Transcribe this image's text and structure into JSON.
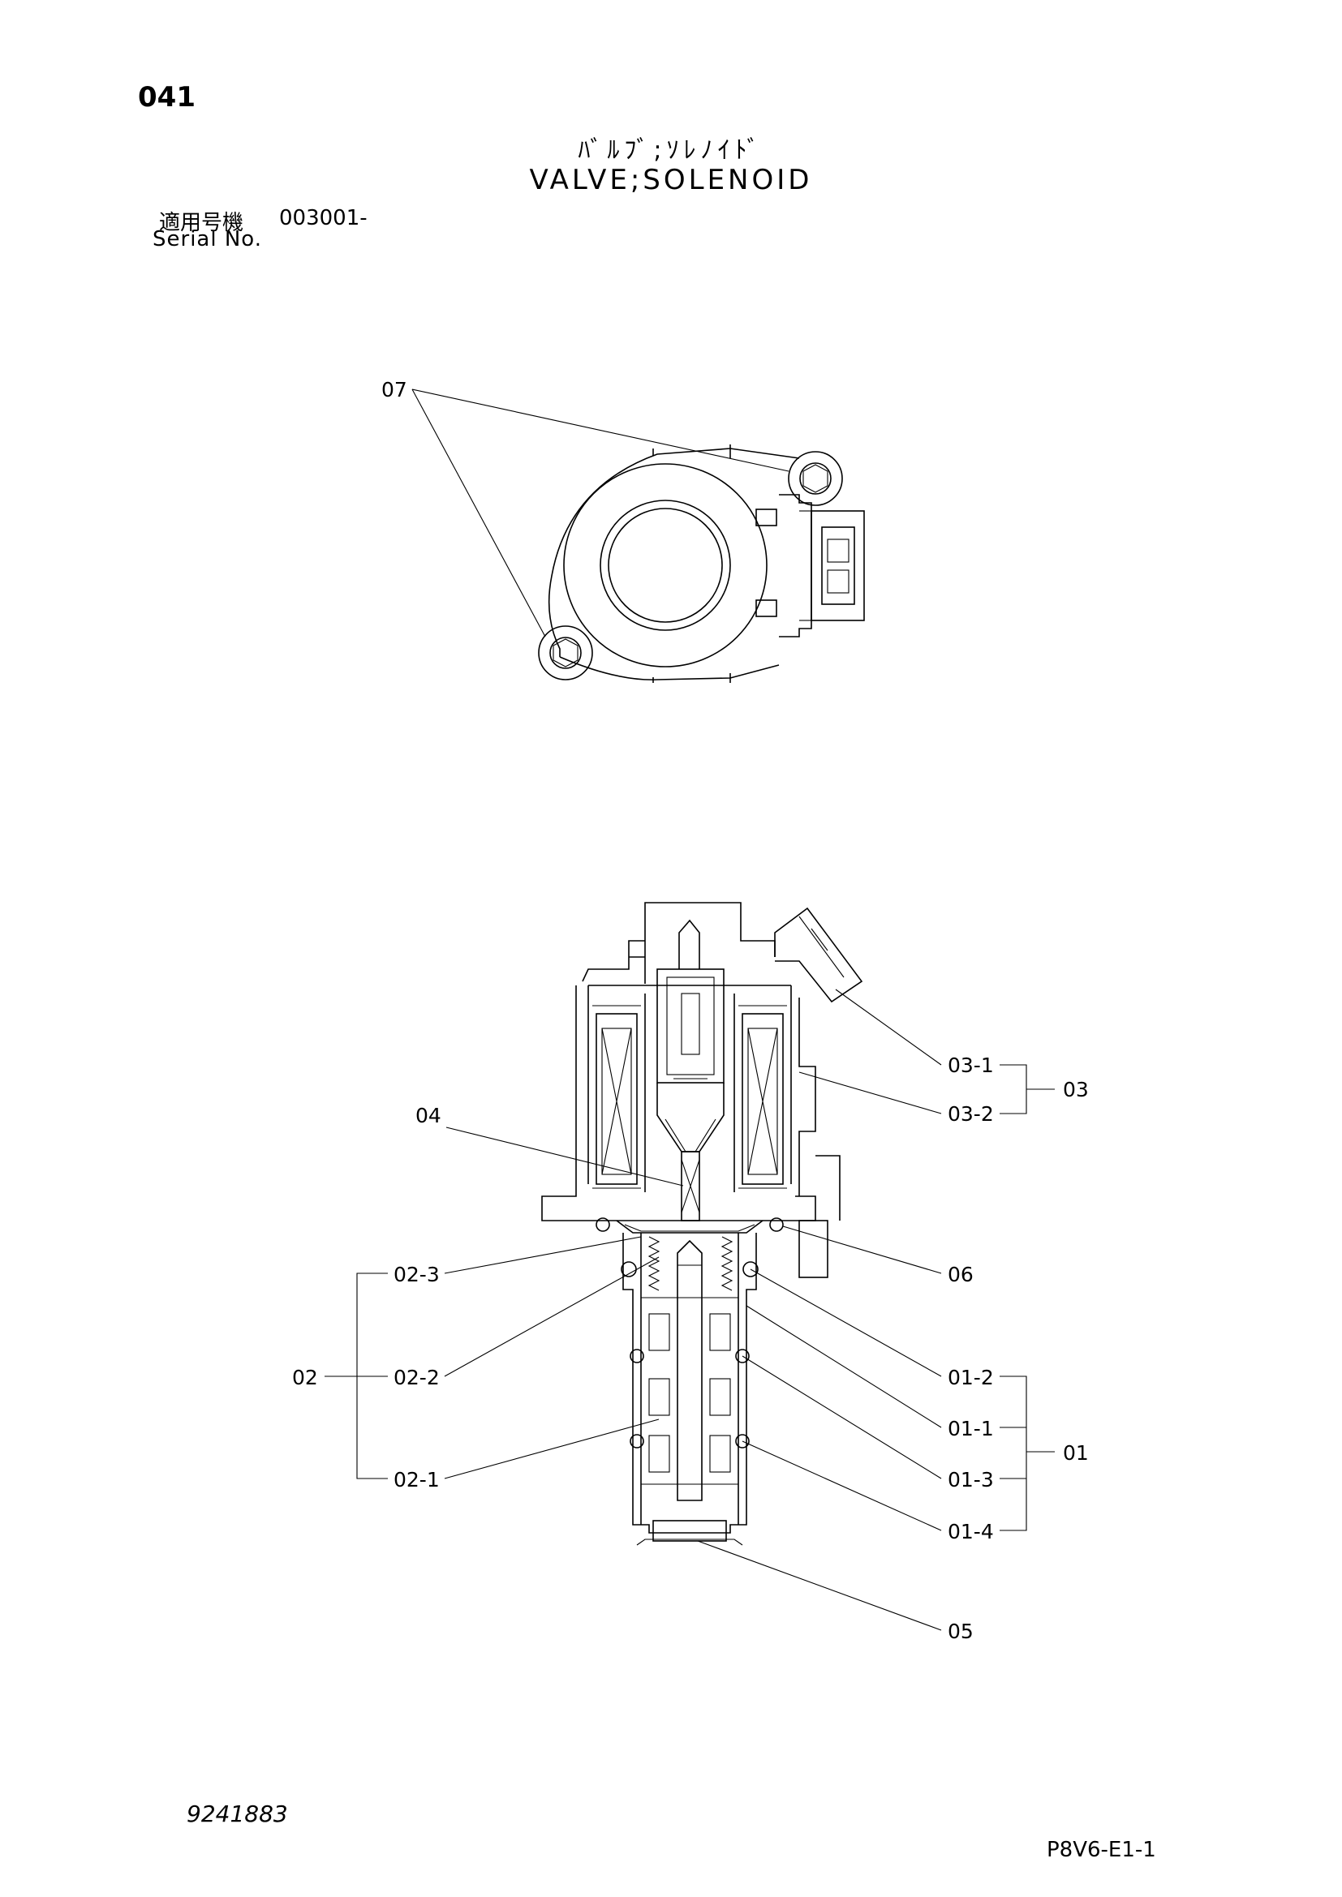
{
  "header": {
    "page_number": "041",
    "title_jp": "ﾊﾞﾙﾌﾞ;ｿﾚﾉｲﾄﾞ",
    "title_en": "VALVE;SOLENOID",
    "serial_label_jp": "適用号機",
    "serial_value": "003001-",
    "serial_label_en": "Serial No."
  },
  "callouts": {
    "c07": "07",
    "c03_1": "03-1",
    "c03_2": "03-2",
    "c03": "03",
    "c04": "04",
    "c06": "06",
    "c02_3": "02-3",
    "c02_2": "02-2",
    "c02_1": "02-1",
    "c02": "02",
    "c01_2": "01-2",
    "c01_1": "01-1",
    "c01_3": "01-3",
    "c01_4": "01-4",
    "c01": "01",
    "c05": "05"
  },
  "footer": {
    "doc_number": "9241883",
    "drawing_code": "P8V6-E1-1"
  }
}
